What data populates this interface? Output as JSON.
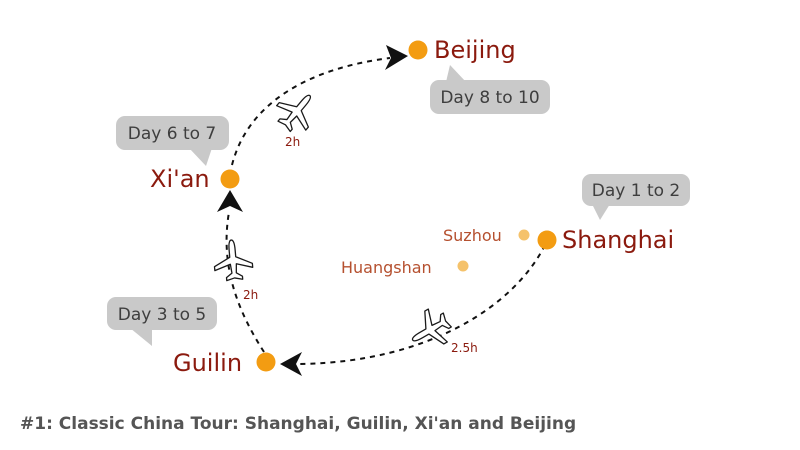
{
  "colors": {
    "city_text": "#8b1a0e",
    "minor_city_text": "#b5502f",
    "main_dot": "#f39c12",
    "minor_dot": "#f5c26b",
    "bubble_fill": "#c9c9c9",
    "route_stroke": "#111111",
    "caption_text": "#555555"
  },
  "cities": {
    "shanghai": "Shanghai",
    "guilin": "Guilin",
    "xian": "Xi'an",
    "beijing": "Beijing"
  },
  "minor_cities": {
    "suzhou": "Suzhou",
    "huangshan": "Huangshan"
  },
  "day_badges": {
    "shanghai": "Day 1 to 2",
    "guilin": "Day 3 to 5",
    "xian": "Day 6 to 7",
    "beijing": "Day 8 to 10"
  },
  "flights": {
    "shanghai_guilin": "2.5h",
    "guilin_xian": "2h",
    "xian_beijing": "2h"
  },
  "icons": {
    "main_stop": "circle-dot",
    "side_trip": "small-circle-dot",
    "flight": "airplane-icon",
    "direction": "arrowhead-icon"
  },
  "caption": "#1: Classic China Tour: Shanghai, Guilin, Xi'an and Beijing"
}
